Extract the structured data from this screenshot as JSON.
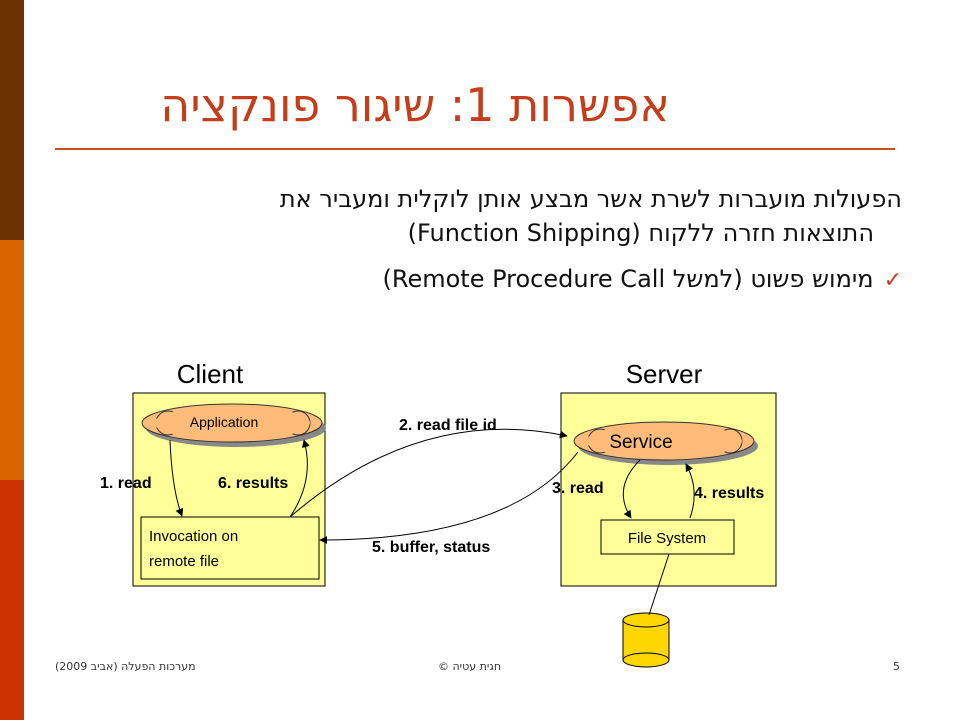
{
  "slide": {
    "title": "אפשרות 1: שיגור פונקציה",
    "bullet1_line1": "הפעולות מועברות לשרת אשר מבצע אותן לוקלית ומעביר את",
    "bullet1_line2": "התוצאות חזרה ללקוח (Function Shipping)",
    "bullet2": "מימוש פשוט (למשל Remote Procedure Call)",
    "check_icon": "✓"
  },
  "diagram": {
    "client_label": "Client",
    "server_label": "Server",
    "application_label": "Application",
    "service_label": "Service",
    "invocation_line1": "Invocation on",
    "invocation_line2": "remote file",
    "filesystem_label": "File System",
    "step1": "1. read",
    "step2": "2. read file id",
    "step3": "3. read",
    "step4": "4. results",
    "step5": "5. buffer, status",
    "step6": "6. results",
    "colors": {
      "box_fill": "#ffff99",
      "cloud_fill": "#ffbb7a",
      "disk_fill": "#ffd700"
    }
  },
  "footer": {
    "course": "מערכות הפעלה (אביב 2009)",
    "author": "חגית עטיה ©",
    "page": "5"
  }
}
